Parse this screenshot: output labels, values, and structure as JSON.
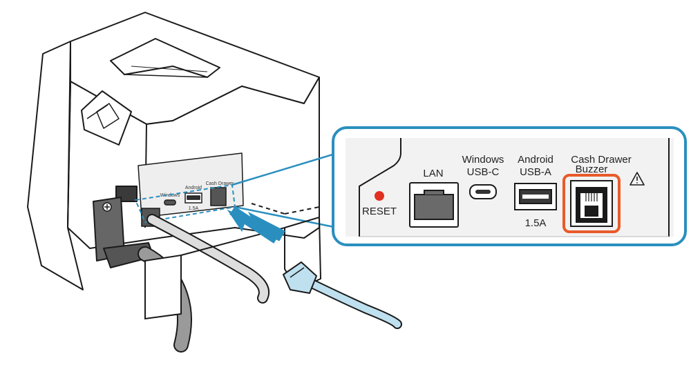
{
  "panel_labels": {
    "reset": "RESET",
    "lan": "LAN",
    "windows_line1": "Windows",
    "windows_line2": "USB-C",
    "android_line1": "Android",
    "android_line2": "USB-A",
    "android_current": "1.5A",
    "cash_drawer_line1": "Cash Drawer",
    "cash_drawer_line2": "Buzzer"
  },
  "printer_labels": {
    "windows": "Windows",
    "android": "Android",
    "cash_drawer": "Cash Drawer",
    "android_current": "1.5A"
  },
  "colors": {
    "callout_border": "#2a8fbf",
    "highlight_border": "#e85a2a",
    "arrow": "#2a8fbf",
    "cable": "#bfe0ee",
    "reset_dot": "#e03020",
    "panel_fill": "#f2f2f2"
  }
}
